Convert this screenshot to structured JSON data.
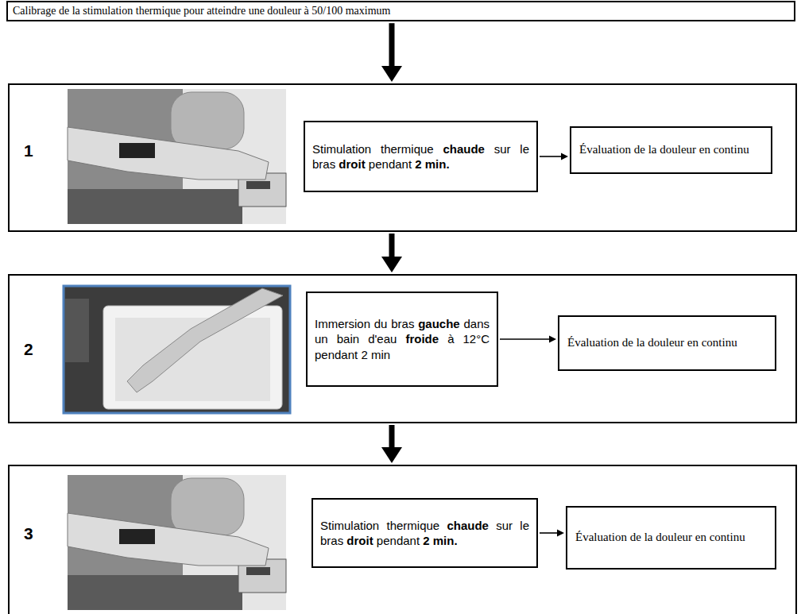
{
  "diagram": {
    "nodes": [
      {
        "text": [
          "Calibrage de la stimulation thermique pour atteindre une douleur à 50/100 maximum"
        ]
      },
      {
        "text": []
      },
      {
        "text": [
          "Stimulation thermique chaude sur le bras droit pendant 2 min."
        ],
        "in": 1
      },
      {
        "text": [
          "Évaluation de la douleur en continu"
        ],
        "in": 1
      },
      {
        "text": []
      },
      {
        "text": [
          "Immersion du bras gauche dans un bain d'eau froide à 12°C pendant 2 min"
        ],
        "in": 4
      },
      {
        "text": [
          "Évaluation de la douleur en continu"
        ],
        "in": 4
      },
      {
        "text": []
      },
      {
        "text": [
          "Stimulation thermique chaude sur le bras droit pendant 2 min."
        ],
        "in": 7
      },
      {
        "text": [
          "Évaluation de la douleur en continu"
        ],
        "in": 7
      }
    ],
    "edges": [
      {
        "from": 0,
        "to": 1,
        "arrow": "to"
      },
      {
        "from": 1,
        "to": 4,
        "arrow": "to"
      },
      {
        "from": 4,
        "to": 7,
        "arrow": "to"
      },
      {
        "from": 2,
        "to": 3,
        "arrow": "to"
      },
      {
        "from": 5,
        "to": 6,
        "arrow": "to"
      },
      {
        "from": 8,
        "to": 9,
        "arrow": "to"
      }
    ],
    "labels": [
      "1",
      "2",
      "3"
    ]
  }
}
